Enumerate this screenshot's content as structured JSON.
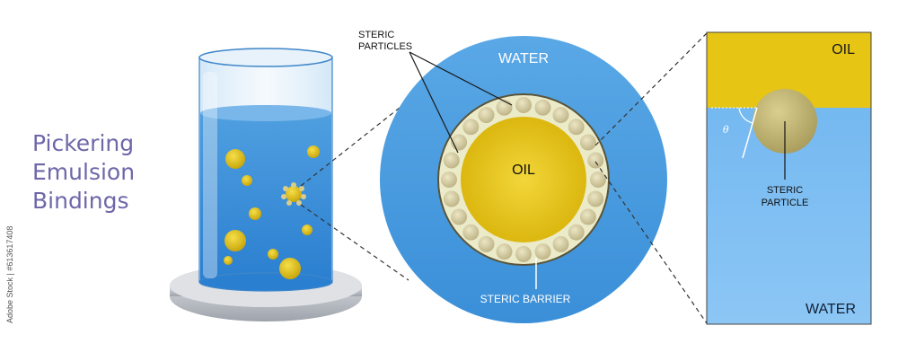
{
  "title": {
    "lines": [
      "Pickering",
      "Emulsion",
      "Bindings"
    ]
  },
  "beaker": {
    "description_free": true
  },
  "circle_view": {
    "water_label": "WATER",
    "oil_label": "OIL",
    "particles_label_line1": "STERIC",
    "particles_label_line2": "PARTICLES",
    "barrier_label": "STERIC BARRIER"
  },
  "detail_panel": {
    "oil_label": "OIL",
    "water_label": "WATER",
    "angle_symbol": "θ",
    "particle_label_line1": "STERIC",
    "particle_label_line2": "PARTICLE"
  },
  "watermark": {
    "side_text": "Adobe Stock | #613617408"
  },
  "colors": {
    "title": "#6e67a8",
    "water_dark": "#2f86cf",
    "water_light": "#8fc4ef",
    "oil": "#e6c514",
    "particle": "#ddd5a6",
    "barrier_ring": "#ecebc9"
  }
}
